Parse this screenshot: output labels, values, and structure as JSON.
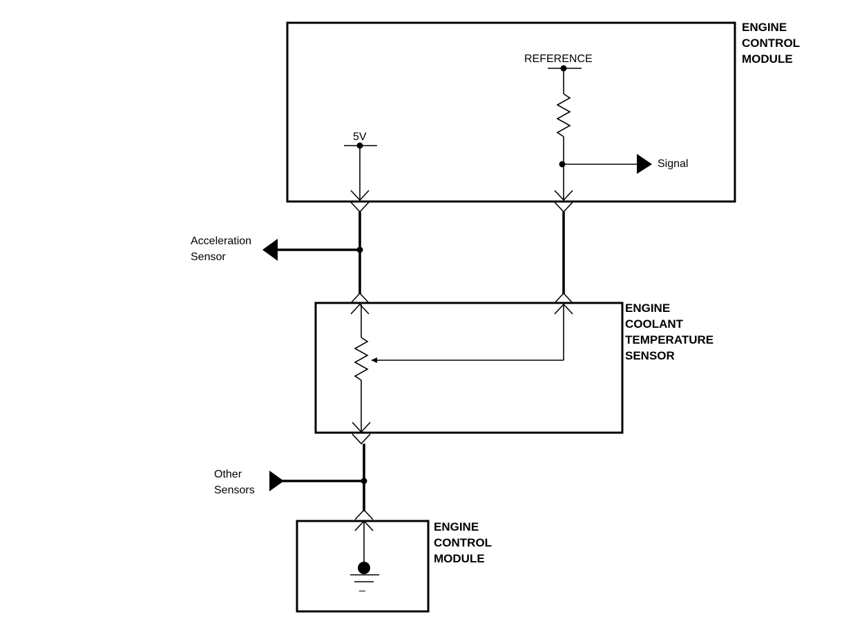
{
  "modules": {
    "ecm_top": {
      "lines": [
        "ENGINE",
        "CONTROL",
        "MODULE"
      ]
    },
    "ect_sensor": {
      "lines": [
        "ENGINE",
        "COOLANT",
        "TEMPERATURE",
        "SENSOR"
      ]
    },
    "ecm_bottom": {
      "lines": [
        "ENGINE",
        "CONTROL",
        "MODULE"
      ]
    }
  },
  "labels": {
    "reference": "REFERENCE",
    "five_volt": "5V",
    "signal": "Signal",
    "acceleration_sensor": [
      "Acceleration",
      "Sensor"
    ],
    "other_sensors": [
      "Other",
      "Sensors"
    ],
    "ground_mark": "_"
  }
}
